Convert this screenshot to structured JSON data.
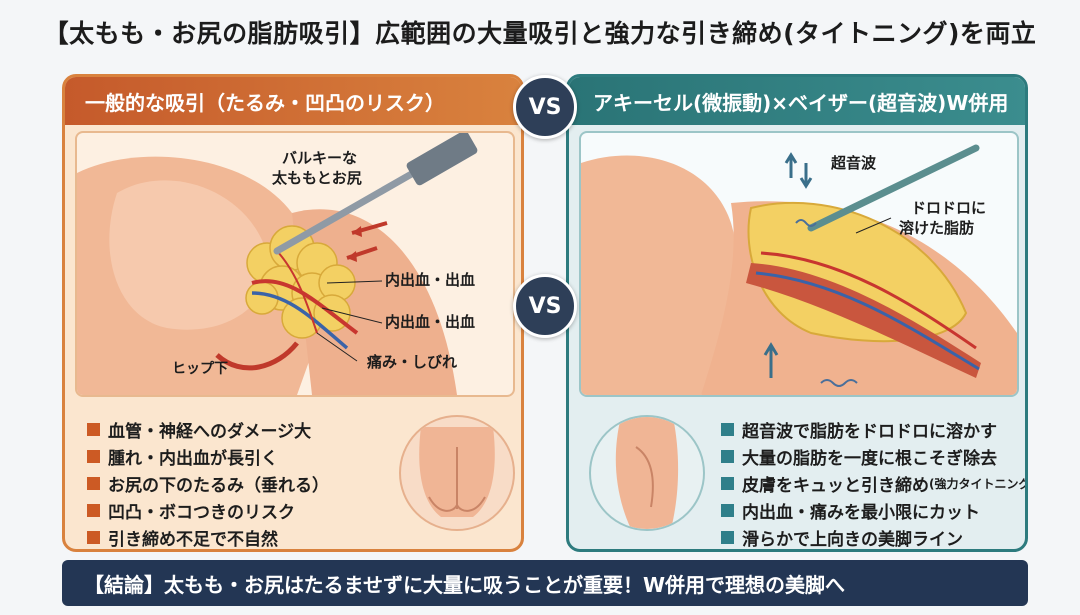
{
  "title": "【太もも・お尻の脂肪吸引】広範囲の大量吸引と強力な引き締め(タイトニング)を両立",
  "vs_label": "VS",
  "left_panel": {
    "header": "一般的な吸引（たるみ・凹凸のリスク）",
    "illustration": {
      "label_bulky_1": "バルキーな",
      "label_bulky_2": "太ももとお尻",
      "label_bruise_1": "内出血・出血",
      "label_bruise_2": "内出血・出血",
      "label_pain": "痛み・しびれ",
      "label_hip": "ヒップ下"
    },
    "items": [
      "血管・神経へのダメージ大",
      "腫れ・内出血が長引く",
      "お尻の下のたるみ（垂れる）",
      "凹凸・ボコつきのリスク",
      "引き締め不足で不自然"
    ]
  },
  "right_panel": {
    "header": "アキーセル(微振動)×ベイザー(超音波)W併用",
    "illustration": {
      "label_ultrasound": "超音波",
      "label_melted_1": "ドロドロに",
      "label_melted_2": "溶けた脂肪"
    },
    "items": [
      {
        "main": "超音波で脂肪をドロドロに溶かす",
        "note": ""
      },
      {
        "main": "大量の脂肪を一度に根こそぎ除去",
        "note": ""
      },
      {
        "main": "皮膚をキュッと引き締め",
        "note": "(強力タイトニング)"
      },
      {
        "main": "内出血・痛みを最小限にカット",
        "note": ""
      },
      {
        "main": "滑らかで上向きの美脚ライン",
        "note": ""
      }
    ]
  },
  "conclusion": "【結論】太もも・お尻はたるませずに大量に吸うことが重要！W併用で理想の美脚へ",
  "colors": {
    "left_accent": "#d9823e",
    "right_accent": "#2d7b7e",
    "conclusion_bg": "#233654",
    "vs_bg": "#2e3f58"
  }
}
